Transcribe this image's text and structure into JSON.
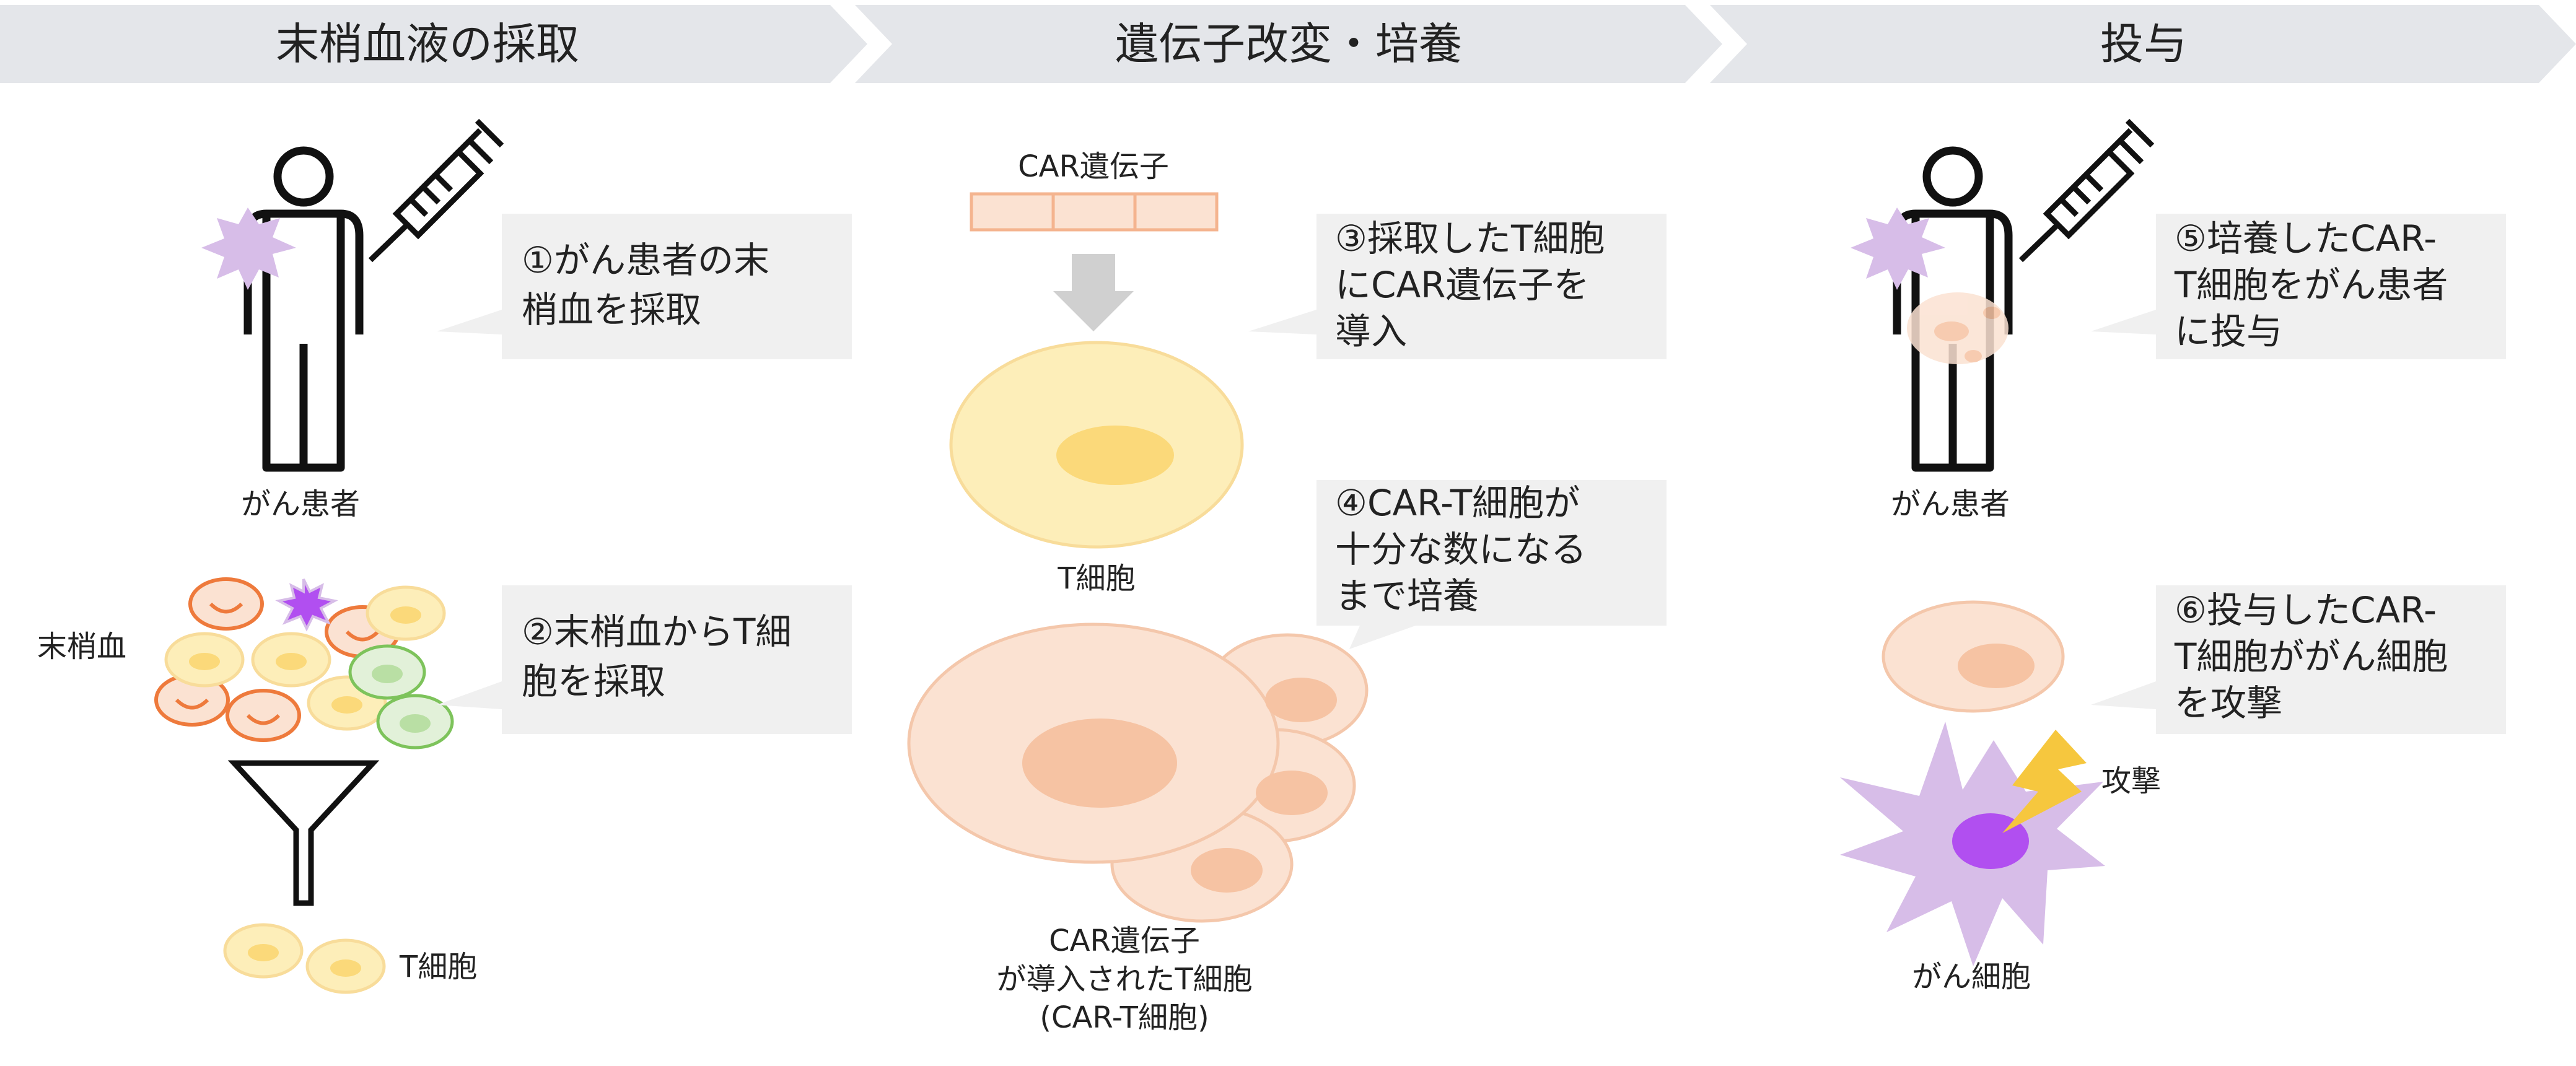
{
  "steps": [
    {
      "title": "末梢血液の採取"
    },
    {
      "title": "遺伝子改変・培養"
    },
    {
      "title": "投与"
    }
  ],
  "callouts": [
    {
      "lines": [
        "①がん患者の末",
        "梢血を採取"
      ]
    },
    {
      "lines": [
        "②末梢血からT細",
        "胞を採取"
      ]
    },
    {
      "lines": [
        "③採取したT細胞",
        "にCAR遺伝子を",
        "導入"
      ]
    },
    {
      "lines": [
        "④CAR-T細胞が",
        "十分な数になる",
        "まで培養"
      ]
    },
    {
      "lines": [
        "⑤培養したCAR-",
        "T細胞をがん患者",
        "に投与"
      ]
    },
    {
      "lines": [
        "⑥投与したCAR-",
        "T細胞ががん細胞",
        "を攻撃"
      ]
    }
  ],
  "labels": {
    "patient_1": "がん患者",
    "peripheral_blood": "末梢血",
    "t_cell_1": "T細胞",
    "car_gene": "CAR遺伝子",
    "t_cell_2": "T細胞",
    "car_t_line1": "CAR遺伝子",
    "car_t_line2": "が導入されたT細胞",
    "car_t_line3": "(CAR-T細胞)",
    "patient_2": "がん患者",
    "attack": "攻撃",
    "cancer_cell": "がん細胞"
  },
  "colors": {
    "header_bg": "#e4e6ea",
    "callout_bg": "#f0f0f0",
    "t_cell_fill": "#fdeeb9",
    "t_cell_nucleus": "#fbd97a",
    "t_cell_stroke": "#f8dc9a",
    "car_t_fill": "#fbe2d2",
    "car_t_nucleus": "#f6c3a3",
    "car_t_stroke": "#f4c7ab",
    "monocyte_stroke": "#ee7a3c",
    "lymph_green_stroke": "#7dc35b",
    "lymph_green_fill": "#e2f1d9",
    "cancer_purple": "#d7bde8",
    "cancer_nucleus": "#b14ff0",
    "lightning": "#f6c73e",
    "outline": "#111111"
  }
}
